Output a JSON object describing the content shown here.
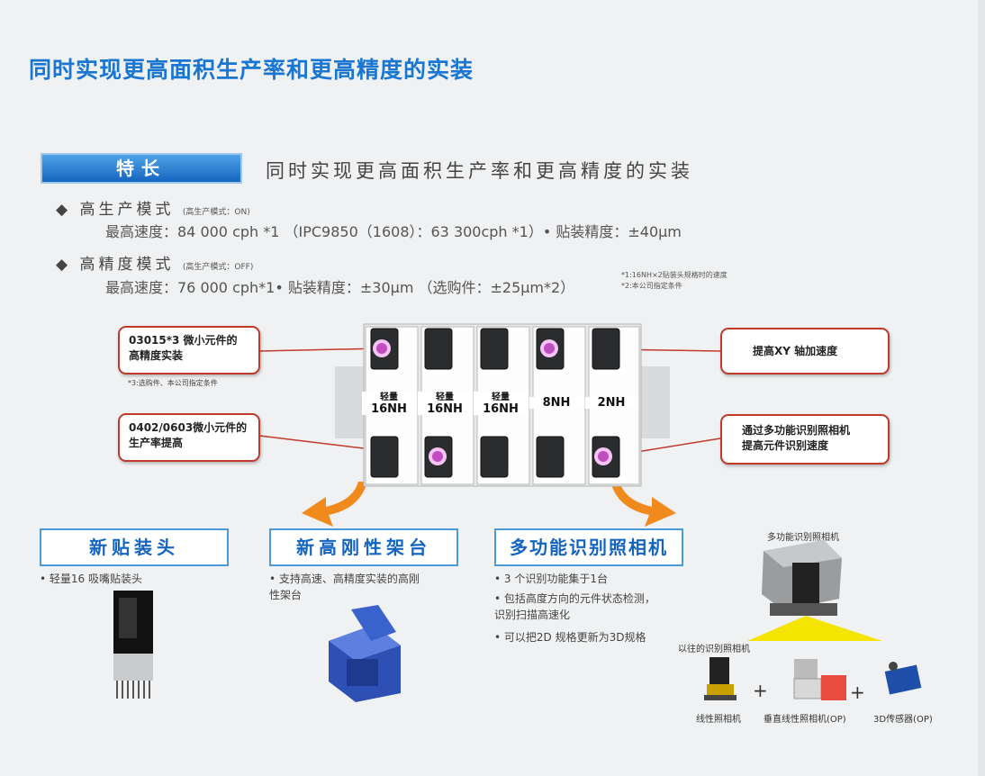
{
  "page_title": "同时实现更高面积生产率和更高精度的实装",
  "feature": {
    "badge": "特长",
    "title": "同时实现更高面积生产率和更高精度的实装"
  },
  "modes": [
    {
      "bullet": "◆",
      "name": "高生产模式",
      "sub": "(高生产模式：ON)",
      "spec": "最高速度：84 000 cph *1 （IPC9850（1608）：63 300cph *1）• 贴装精度：±40μm"
    },
    {
      "bullet": "◆",
      "name": "高精度模式",
      "sub": "(高生产模式：OFF)",
      "spec": "最高速度：76 000 cph*1• 贴装精度：±30μm （选购件：±25μm*2）"
    }
  ],
  "notes": [
    "*1:16NH×2贴装头规格时的速度",
    "*2:本公司指定条件"
  ],
  "callouts": {
    "c1": "03015*3 微小元件的\n高精度实装",
    "c1_note": "*3:选购件、本公司指定条件",
    "c2": "0402/0603微小元件的\n生产率提高",
    "c3": "提高XY 轴加速度",
    "c4": "通过多功能识别照相机\n提高元件识别速度"
  },
  "heads": [
    {
      "top": "轻量",
      "main": "16NH"
    },
    {
      "top": "轻量",
      "main": "16NH"
    },
    {
      "top": "轻量",
      "main": "16NH"
    },
    {
      "top": "",
      "main": "8NH"
    },
    {
      "top": "",
      "main": "2NH"
    }
  ],
  "sections": [
    {
      "title": "新贴装头",
      "bullets": [
        "• 轻量16 吸嘴贴装头"
      ]
    },
    {
      "title": "新高刚性架台",
      "bullets": [
        "• 支持高速、高精度实装的高刚\n  性架台"
      ]
    },
    {
      "title": "多功能识别照相机",
      "bullets": [
        "• 3 个识别功能集于1台",
        "• 包括高度方向的元件状态检测，\n  识别扫描高速化",
        "• 可以把2D 规格更新为3D规格"
      ]
    }
  ],
  "camera": {
    "multi_label": "多功能识别照相机",
    "old_label": "以往的识别照相机",
    "line_cam": "线性照相机",
    "vert_cam": "垂直线性照相机(OP)",
    "sensor_3d": "3D传感器(OP)",
    "plus": "+"
  },
  "colors": {
    "accent": "#1976d2",
    "callout_border": "#c0392b",
    "arrow": "#f08a1c"
  }
}
